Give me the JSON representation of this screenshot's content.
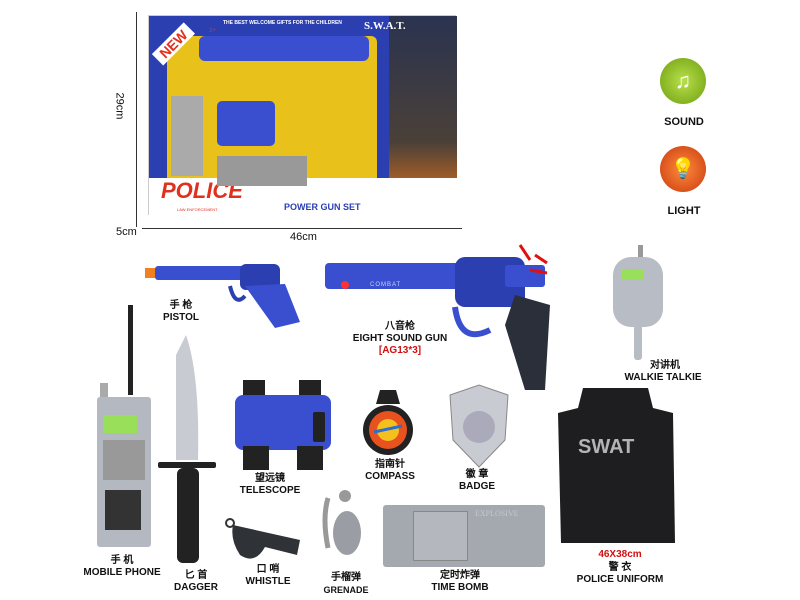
{
  "box": {
    "badge_new": "NEW",
    "age": "3+",
    "tagline": "THE BEST WELCOME GIFTS FOR THE CHILDREN",
    "swat": "S.W.A.T.",
    "brand": "POLICE",
    "brand_sub": "LAW ENFORCEMENT",
    "set_name": "POWER GUN SET",
    "colors": {
      "frame": "#2b3fb0",
      "tray": "#e8c21a",
      "brand_red": "#e0301e"
    }
  },
  "dimensions": {
    "height": "29cm",
    "depth": "5cm",
    "width": "46cm"
  },
  "features": [
    {
      "label": "SOUND",
      "icon": "music-note-icon",
      "color": "#8dc21f"
    },
    {
      "label": "LIGHT",
      "icon": "light-bulb-icon",
      "color": "#e8521e"
    }
  ],
  "items": {
    "pistol": {
      "cn": "手 枪",
      "en": "PISTOL"
    },
    "sound_gun": {
      "cn": "八音枪",
      "en": "EIGHT SOUND GUN",
      "battery": "[AG13*3]",
      "engraving": "COMBAT"
    },
    "walkie": {
      "cn": "对讲机",
      "en": "WALKIE TALKIE"
    },
    "phone": {
      "cn": "手 机",
      "en": "MOBILE PHONE"
    },
    "dagger": {
      "cn": "匕 首",
      "en": "DAGGER"
    },
    "telescope": {
      "cn": "望远镜",
      "en": "TELESCOPE"
    },
    "compass": {
      "cn": "指南针",
      "en": "COMPASS"
    },
    "badge": {
      "cn": "徽 章",
      "en": "BADGE"
    },
    "whistle": {
      "cn": "口 哨",
      "en": "WHISTLE"
    },
    "grenade": {
      "cn": "手榴弹",
      "en": "GRENADE"
    },
    "bomb": {
      "cn": "定时炸弹",
      "en": "TIME BOMB",
      "text": "EXPLOSIVE"
    },
    "uniform": {
      "cn": "警 衣",
      "en": "POLICE UNIFORM",
      "size": "46X38cm",
      "print": "SWAT"
    }
  }
}
